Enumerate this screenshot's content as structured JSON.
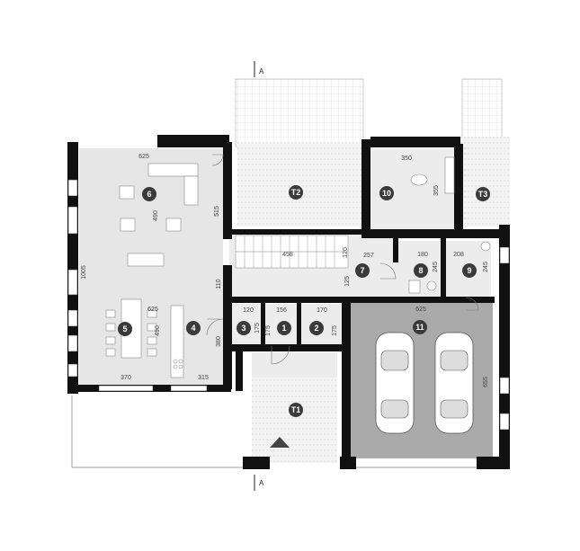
{
  "rooms": [
    {
      "id": "r1",
      "label": "1"
    },
    {
      "id": "r2",
      "label": "2"
    },
    {
      "id": "r3",
      "label": "3"
    },
    {
      "id": "r4",
      "label": "4"
    },
    {
      "id": "r5",
      "label": "5"
    },
    {
      "id": "r6",
      "label": "6"
    },
    {
      "id": "r7",
      "label": "7"
    },
    {
      "id": "r8",
      "label": "8"
    },
    {
      "id": "r9",
      "label": "9"
    },
    {
      "id": "r10",
      "label": "10"
    },
    {
      "id": "r11",
      "label": "11"
    },
    {
      "id": "t1",
      "label": "T1"
    },
    {
      "id": "t2",
      "label": "T2"
    },
    {
      "id": "t3",
      "label": "T3"
    }
  ],
  "section": {
    "top": "A",
    "bottom": "A"
  },
  "dimensions": {
    "d625a": "625",
    "d490a": "490",
    "d515": "515",
    "d1005": "1005",
    "d625b": "625",
    "d490b": "490",
    "d370": "370",
    "d315": "315",
    "d380": "380",
    "d110": "110",
    "d120a": "120",
    "d175a": "175",
    "d156": "156",
    "d175b": "175",
    "d170": "170",
    "d175c": "175",
    "d458": "458",
    "d120b": "120",
    "d257": "257",
    "d125": "125",
    "d180": "180",
    "d245a": "245",
    "d208": "208",
    "d245b": "245",
    "d350": "350",
    "d355": "355",
    "d625c": "625",
    "d655": "655"
  },
  "colors": {
    "wall": "#111111",
    "room_bg": "#e6e6e6",
    "garage_bg": "#aaaaaa",
    "marker": "#3a3a3a",
    "grid": "#cccccc"
  }
}
